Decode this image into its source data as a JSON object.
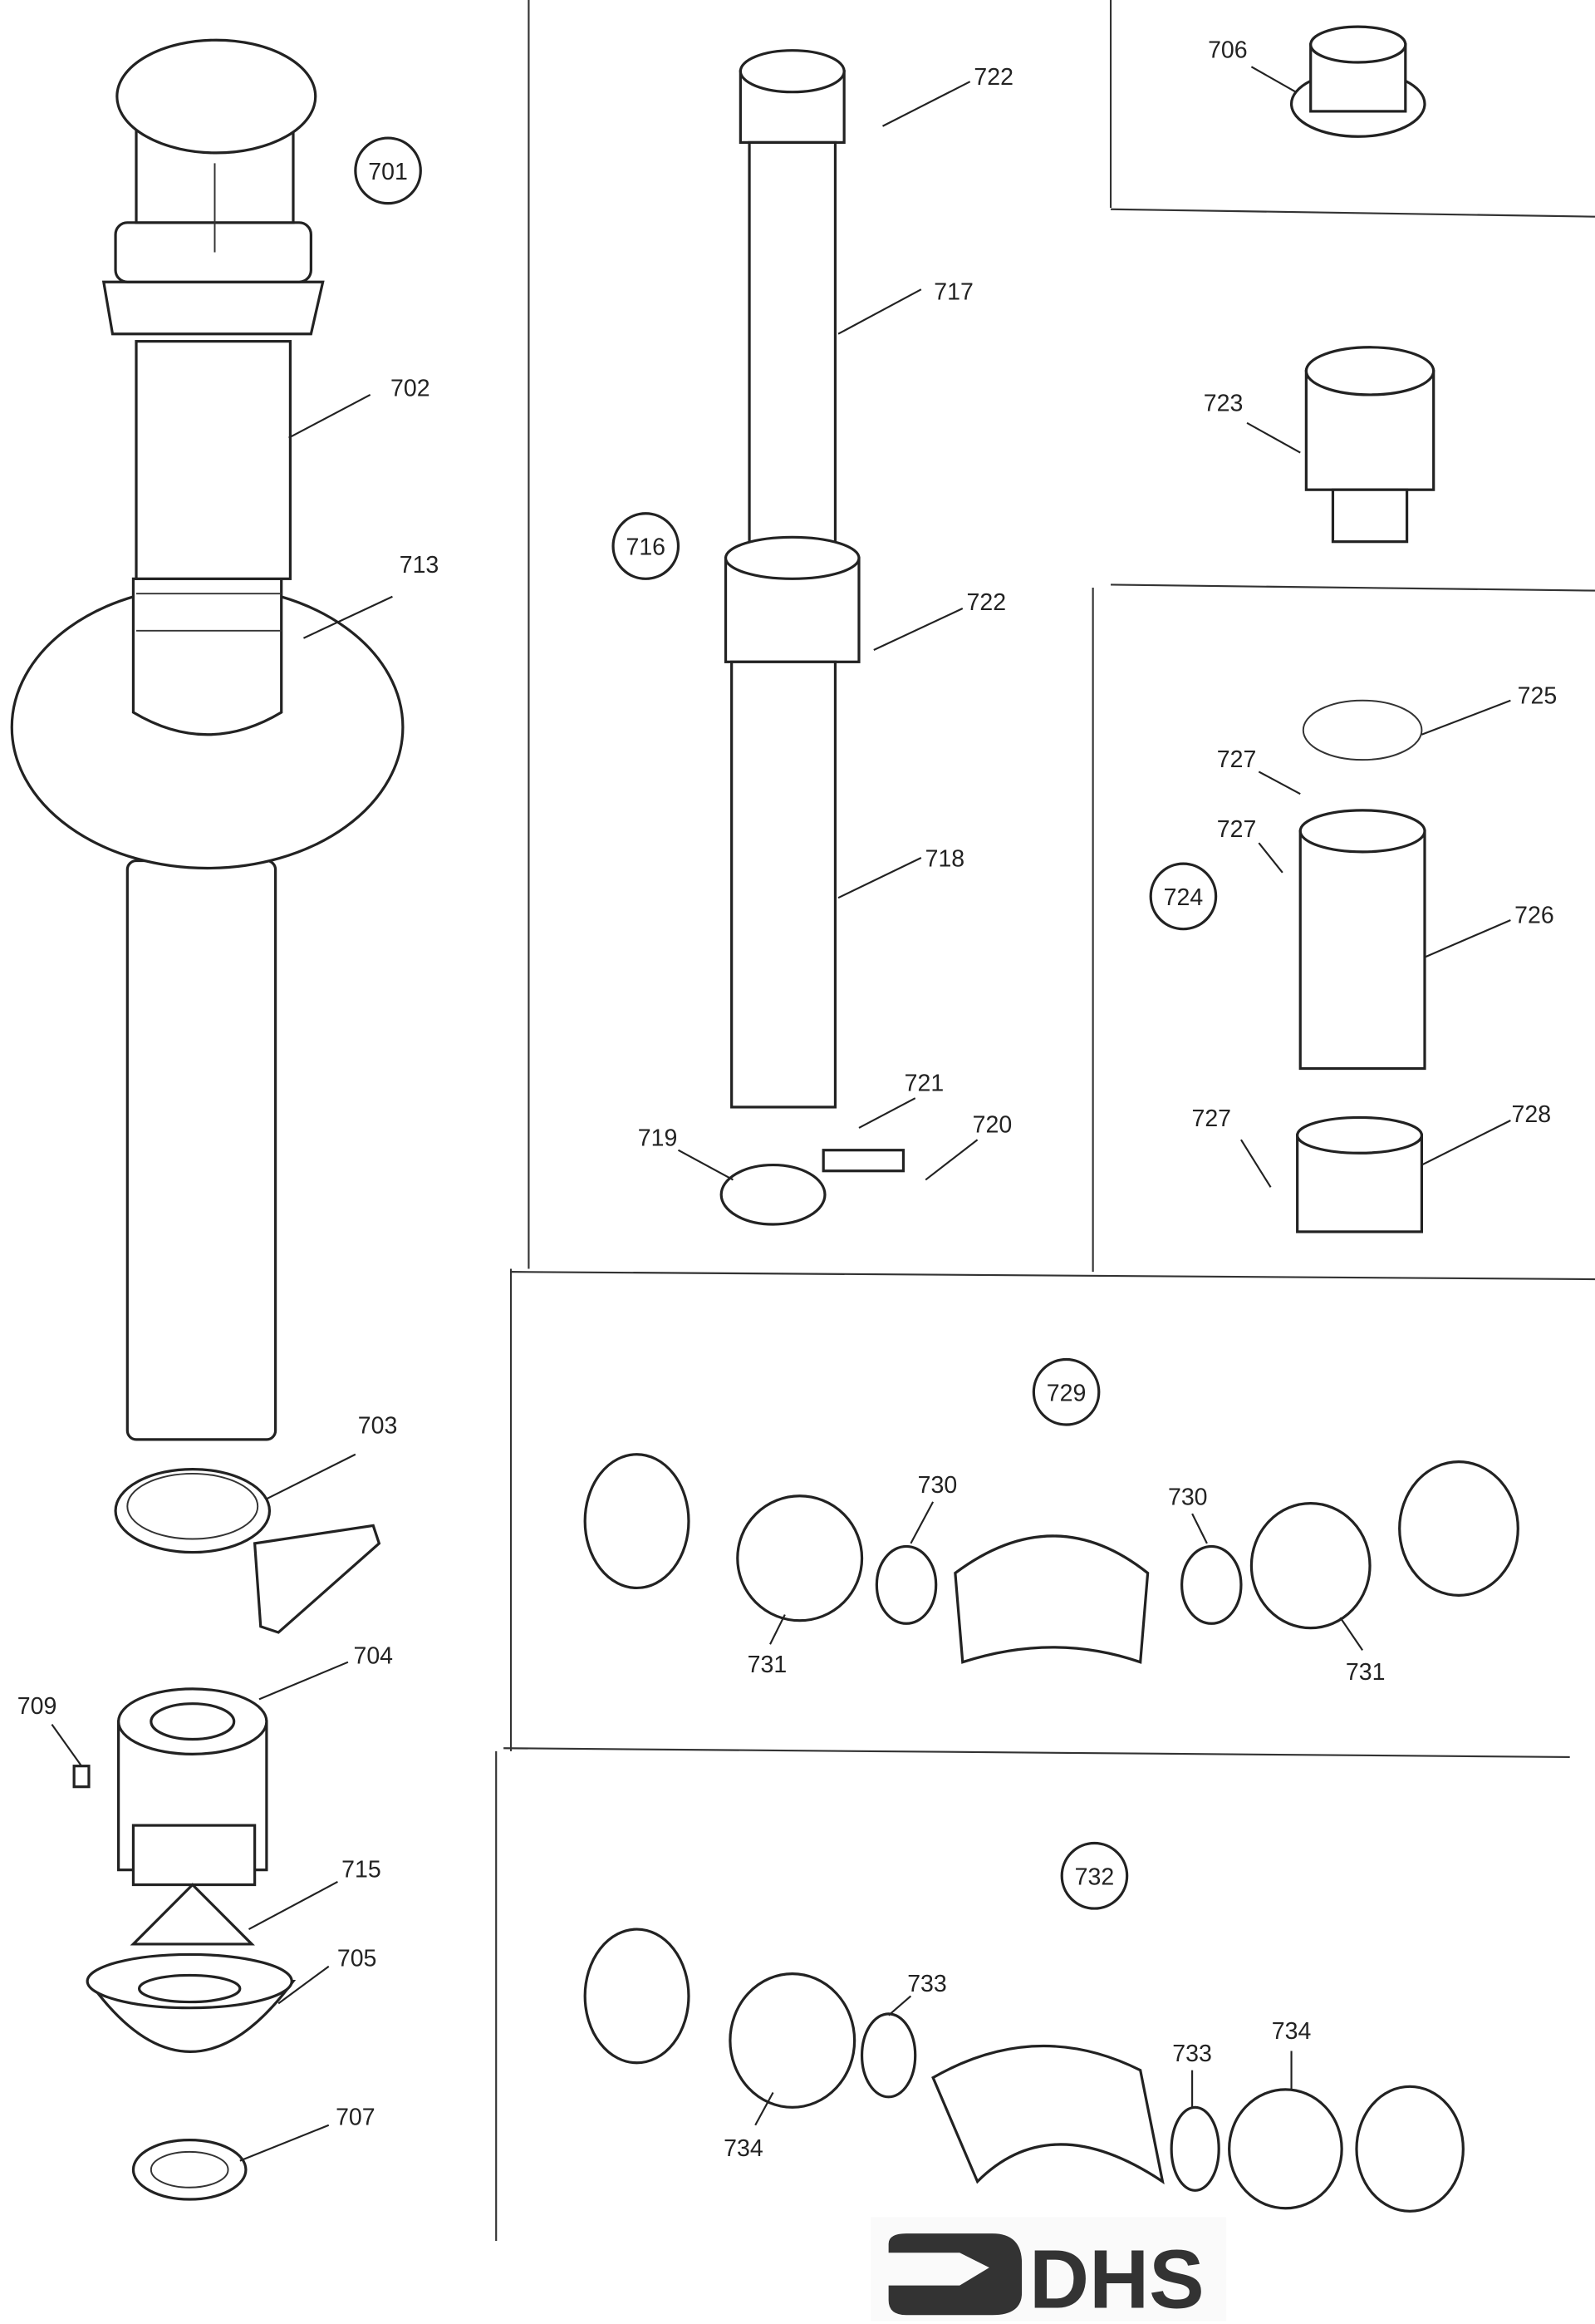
{
  "diagram": {
    "callouts": [
      "701",
      "702",
      "713",
      "703",
      "704",
      "709",
      "715",
      "705",
      "707",
      "722",
      "717",
      "716",
      "722",
      "718",
      "721",
      "720",
      "719",
      "706",
      "723",
      "725",
      "727",
      "727",
      "724",
      "726",
      "727",
      "728",
      "729",
      "730",
      "730",
      "731",
      "731",
      "732",
      "733",
      "733",
      "734",
      "734"
    ],
    "logo": "DHS"
  }
}
